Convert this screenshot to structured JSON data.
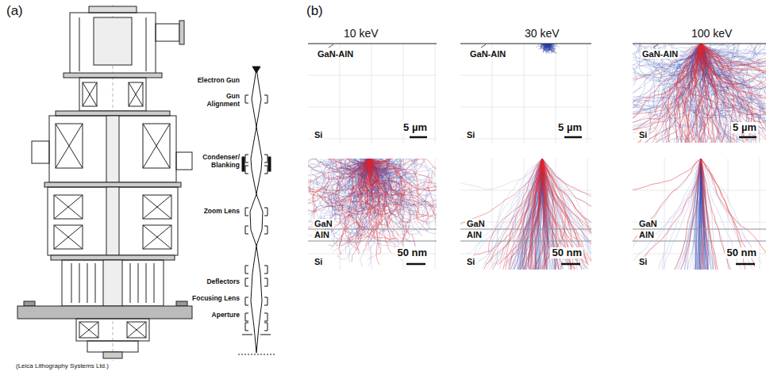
{
  "diagram": {
    "nodes": [
      {
        "text": [
          "GaN-AlN",
          "Si",
          "5 µm"
        ]
      },
      {
        "text": [
          "GaN-AlN",
          "Si",
          "5 µm"
        ]
      },
      {
        "text": [
          "GaN-AlN",
          "Si",
          "5 µm"
        ]
      },
      {
        "text": [
          "GaN",
          "AlN",
          "Si",
          "50 nm"
        ]
      },
      {
        "text": [
          "GaN",
          "AlN",
          "Si",
          "50 nm"
        ]
      },
      {
        "text": [
          "GaN",
          "AlN",
          "Si",
          "50 nm"
        ]
      }
    ],
    "labels": [
      "(a)",
      "Electron Gun",
      "Gun Alignment",
      "Condenser/ Blanking",
      "Zoom Lens",
      "Deflectors",
      "Focusing Lens",
      "Aperture",
      "(Leica Lithography Systems Ltd.)",
      "(b)",
      "10 keV",
      "30 keV",
      "100 keV"
    ]
  }
}
